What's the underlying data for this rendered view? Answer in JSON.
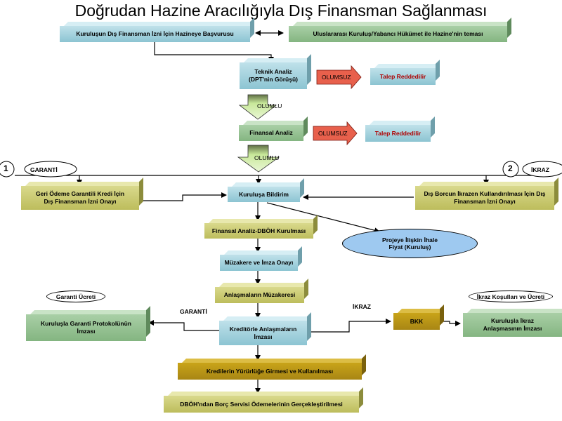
{
  "title": "Doğrudan Hazine Aracılığıyla Dış Finansman Sağlanması",
  "nodes": {
    "application": "Kuruluşun Dış Finansman İzni İçin Hazineye Başvurusu",
    "international_contact": "Uluslararası Kuruluş/Yabancı Hükümet ile Hazine'nin teması",
    "technical_analysis": "Teknik Analiz (DPT'nin Görüşü)",
    "rejected_1": "Talep Reddedilir",
    "financial_analysis": "Finansal Analiz",
    "rejected_2": "Talep Reddedilir",
    "guarantee_approval": "Geri Ödeme Garantili Kredi İçin Dış Finansman İzni Onayı",
    "notify_org": "Kuruluşa Bildirim",
    "relending_approval": "Dış Borcun İkrazen Kullandırılması İçin Dış Finansman İzni Onayı",
    "fa_dboh_setup": "Finansal Analiz-DBÖH Kurulması",
    "tender_price": "Projeye İlişkin İhale Fiyat (Kuruluş)",
    "negotiation_signing": "Müzakere ve İmza Onayı",
    "agreements_negotiation": "Anlaşmaların Müzakeresi",
    "creditor_signing": "Kreditörle Anlaşmaların İmzası",
    "guarantee_protocol": "Kuruluşla Garanti Protokolünün İmzası",
    "bkk": "BKK",
    "relending_agreement": "Kuruluşla İkraz Anlaşmasının İmzası",
    "credits_effective": "Kredilerin Yürürlüğe Girmesi ve Kullanılması",
    "debt_service": "DBÖH'ndan Borç Servisi Ödemelerinin Gerçekleştirilmesi"
  },
  "labels": {
    "olumsuz_1": "OLUMSUZ",
    "olumsuz_2": "OLUMSUZ",
    "olumlu_1": "OLUMLU",
    "olumlu_2": "OLUMLU",
    "circle_1": "1",
    "circle_2": "2",
    "garanti_tag": "GARANTİ",
    "ikraz_tag": "İKRAZ",
    "garanti_ucreti": "Garanti Ücreti",
    "ikraz_kosullari": "İkraz Koşulları ve Ücreti",
    "branch_garanti": "GARANTİ",
    "branch_ikraz": "İKRAZ"
  },
  "colors": {
    "blue_box": "#a6d2dd",
    "green_box": "#94c291",
    "olive_box": "#cccc73",
    "gold_box": "#b89416",
    "red_arrow": "#e8604c",
    "ellipse_fill": "#9ec9f0",
    "down_arrow": "#b6dc83"
  }
}
